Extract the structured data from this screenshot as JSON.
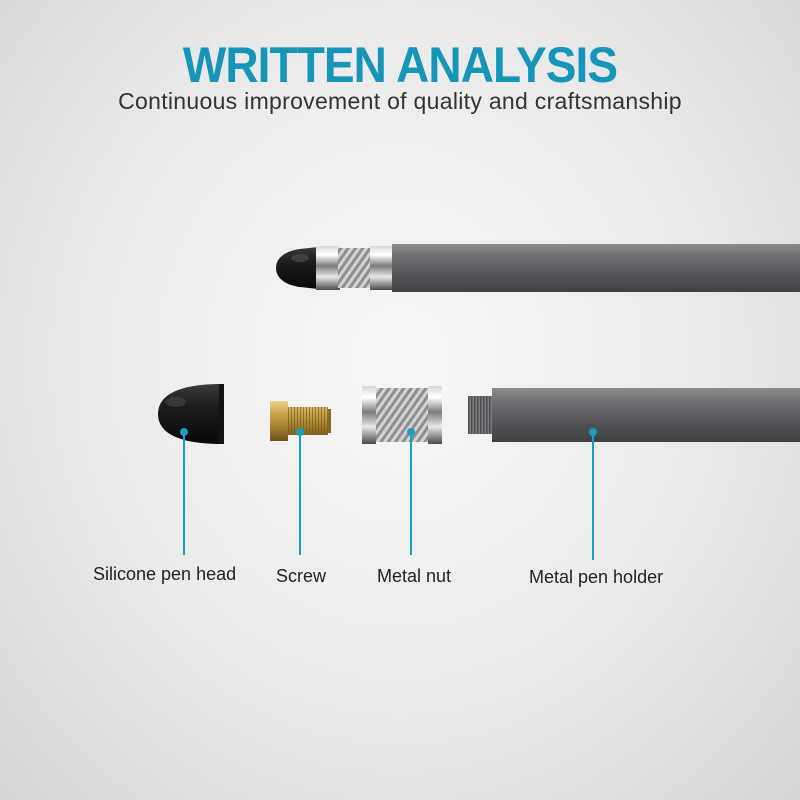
{
  "header": {
    "title": "WRITTEN ANALYSIS",
    "subtitle": "Continuous improvement of quality and craftsmanship"
  },
  "parts": [
    {
      "label": "Silicone pen head"
    },
    {
      "label": "Screw"
    },
    {
      "label": "Metal nut"
    },
    {
      "label": "Metal pen holder"
    }
  ],
  "colors": {
    "accent": "#1595b8",
    "callout_line": "#1a9fbf",
    "barrel": "#5f6163",
    "tip": "#1e1e1e",
    "brass": "#c9a24a"
  }
}
